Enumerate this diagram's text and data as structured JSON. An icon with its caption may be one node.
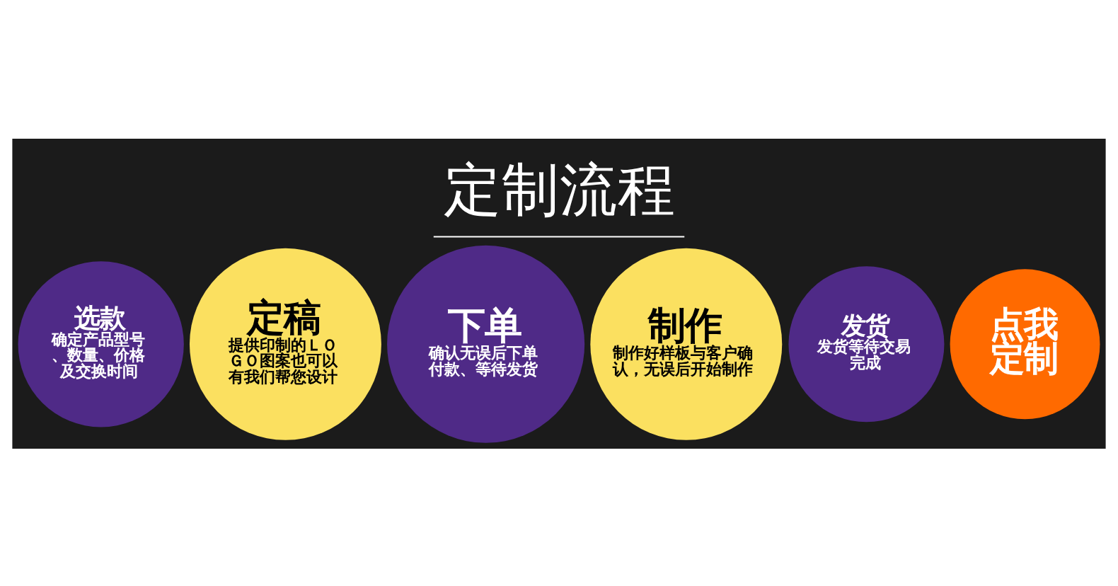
{
  "diagram": {
    "title": "定制流程",
    "nodes": [
      {
        "text": [
          "选款",
          "确定产品型号、数量、价格及交换时间"
        ]
      },
      {
        "text": [
          "定稿",
          "提供印制的ＬＯＧＯ图案也可以有我们帮您设计"
        ]
      },
      {
        "text": [
          "下单",
          "确认无误后下单付款、等待发货"
        ]
      },
      {
        "text": [
          "制作",
          "制作好样板与客户确认，无误后开始制作"
        ]
      },
      {
        "text": [
          "发货",
          "发货等待交易完成"
        ]
      },
      {
        "text": [
          "点我定制"
        ]
      }
    ]
  }
}
